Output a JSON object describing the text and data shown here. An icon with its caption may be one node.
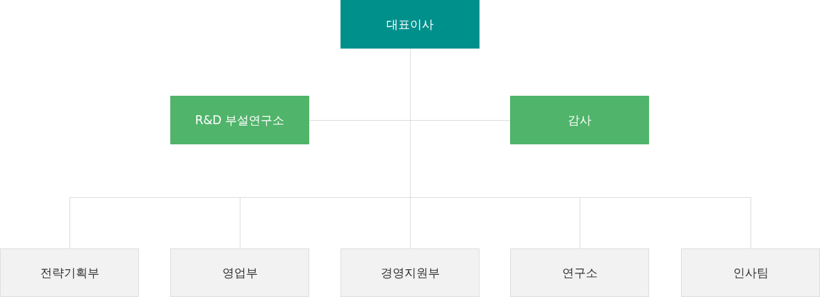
{
  "diagram": {
    "nodes": [
      {
        "text": [
          "대표이사"
        ]
      },
      {
        "text": [
          "R&D 부설연구소"
        ]
      },
      {
        "text": [
          "감사"
        ]
      },
      {
        "text": [
          "전략기획부"
        ]
      },
      {
        "text": [
          "영업부"
        ]
      },
      {
        "text": [
          "경영지원부"
        ]
      },
      {
        "text": [
          "연구소"
        ]
      },
      {
        "text": [
          "인사팀"
        ]
      }
    ],
    "edges": [
      {
        "from": 0,
        "to": 1,
        "arrow": "none"
      },
      {
        "from": 0,
        "to": 2,
        "arrow": "none"
      },
      {
        "from": 0,
        "to": 3,
        "arrow": "none"
      },
      {
        "from": 0,
        "to": 4,
        "arrow": "none"
      },
      {
        "from": 0,
        "to": 5,
        "arrow": "none"
      },
      {
        "from": 0,
        "to": 6,
        "arrow": "none"
      },
      {
        "from": 0,
        "to": 7,
        "arrow": "none"
      }
    ]
  }
}
